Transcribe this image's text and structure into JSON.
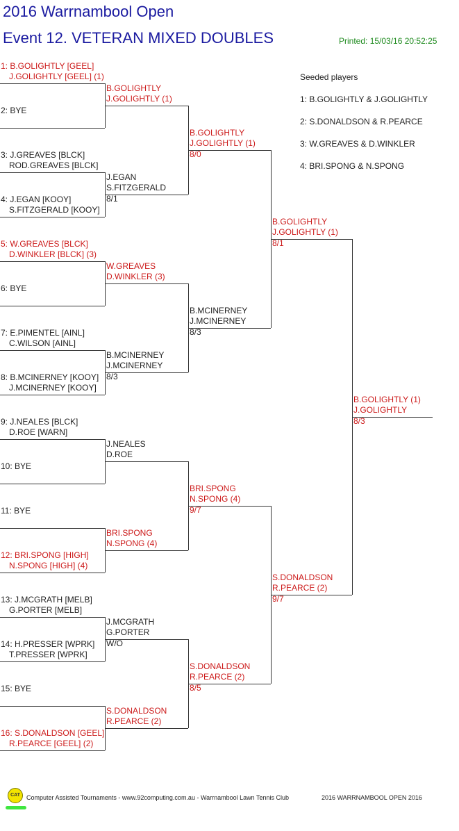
{
  "header": {
    "title": "2016 Warrnambool Open",
    "event": "Event 12. VETERAN MIXED DOUBLES",
    "printed": "Printed: 15/03/16 20:52:25"
  },
  "seeds": {
    "heading": "Seeded players",
    "list": [
      "1: B.GOLIGHTLY & J.GOLIGHTLY",
      "2: S.DONALDSON & R.PEARCE",
      "3: W.GREAVES & D.WINKLER",
      "4: BRI.SPONG & N.SPONG"
    ]
  },
  "round1": [
    {
      "a": "1: B.GOLIGHTLY [GEEL]",
      "b": "J.GOLIGHTLY [GEEL] (1)",
      "seeded": true
    },
    {
      "a": "2: BYE",
      "b": "",
      "seeded": false
    },
    {
      "a": "3: J.GREAVES [BLCK]",
      "b": "ROD.GREAVES [BLCK]",
      "seeded": false
    },
    {
      "a": "4: J.EGAN [KOOY]",
      "b": "S.FITZGERALD [KOOY]",
      "seeded": false
    },
    {
      "a": "5: W.GREAVES [BLCK]",
      "b": "D.WINKLER [BLCK] (3)",
      "seeded": true
    },
    {
      "a": "6: BYE",
      "b": "",
      "seeded": false
    },
    {
      "a": "7: E.PIMENTEL [AINL]",
      "b": "C.WILSON [AINL]",
      "seeded": false
    },
    {
      "a": "8: B.MCINERNEY [KOOY]",
      "b": "J.MCINERNEY [KOOY]",
      "seeded": false
    },
    {
      "a": "9: J.NEALES [BLCK]",
      "b": "D.ROE [WARN]",
      "seeded": false
    },
    {
      "a": "10: BYE",
      "b": "",
      "seeded": false
    },
    {
      "a": "11: BYE",
      "b": "",
      "seeded": false
    },
    {
      "a": "12: BRI.SPONG [HIGH]",
      "b": "N.SPONG [HIGH] (4)",
      "seeded": true
    },
    {
      "a": "13: J.MCGRATH [MELB]",
      "b": "G.PORTER [MELB]",
      "seeded": false
    },
    {
      "a": "14: H.PRESSER [WPRK]",
      "b": "T.PRESSER [WPRK]",
      "seeded": false
    },
    {
      "a": "15: BYE",
      "b": "",
      "seeded": false
    },
    {
      "a": "16: S.DONALDSON [GEEL]",
      "b": "R.PEARCE [GEEL] (2)",
      "seeded": true
    }
  ],
  "round2": [
    {
      "a": "B.GOLIGHTLY",
      "b": "J.GOLIGHTLY (1)",
      "score": "",
      "seeded": true
    },
    {
      "a": "J.EGAN",
      "b": "S.FITZGERALD",
      "score": "8/1",
      "seeded": false
    },
    {
      "a": "W.GREAVES",
      "b": "D.WINKLER (3)",
      "score": "",
      "seeded": true
    },
    {
      "a": "B.MCINERNEY",
      "b": "J.MCINERNEY",
      "score": "8/3",
      "seeded": false
    },
    {
      "a": "J.NEALES",
      "b": "D.ROE",
      "score": "",
      "seeded": false
    },
    {
      "a": "BRI.SPONG",
      "b": "N.SPONG (4)",
      "score": "",
      "seeded": true
    },
    {
      "a": "J.MCGRATH",
      "b": "G.PORTER",
      "score": "W/O",
      "seeded": false
    },
    {
      "a": "S.DONALDSON",
      "b": "R.PEARCE (2)",
      "score": "",
      "seeded": true
    }
  ],
  "round3": [
    {
      "a": "B.GOLIGHTLY",
      "b": "J.GOLIGHTLY (1)",
      "score": "8/0",
      "seeded": true
    },
    {
      "a": "B.MCINERNEY",
      "b": "J.MCINERNEY",
      "score": "8/3",
      "seeded": false
    },
    {
      "a": "BRI.SPONG",
      "b": "N.SPONG (4)",
      "score": "9/7",
      "seeded": true
    },
    {
      "a": "S.DONALDSON",
      "b": "R.PEARCE (2)",
      "score": "8/5",
      "seeded": true
    }
  ],
  "round4": [
    {
      "a": "B.GOLIGHTLY",
      "b": "J.GOLIGHTLY (1)",
      "score": "8/1",
      "seeded": true
    },
    {
      "a": "S.DONALDSON",
      "b": "R.PEARCE (2)",
      "score": "9/7",
      "seeded": true
    }
  ],
  "final": [
    {
      "a": "B.GOLIGHTLY (1)",
      "b": "J.GOLIGHTLY",
      "score": "8/3",
      "seeded": true
    }
  ],
  "footer": {
    "logo": "CAT",
    "credits": "Computer Assisted Tournaments - www.92computing.com.au -  Warrnambool Lawn Tennis Club",
    "event_name": "2016 WARRNAMBOOL OPEN 2016"
  }
}
